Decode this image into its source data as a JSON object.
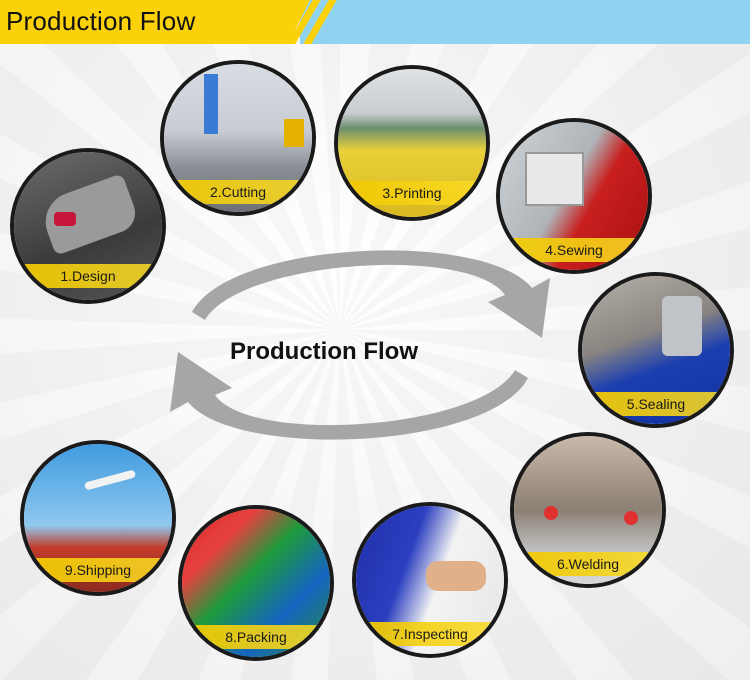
{
  "banner": {
    "title": "Production Flow"
  },
  "center": {
    "title": "Production Flow"
  },
  "steps": [
    {
      "label": "1.Design"
    },
    {
      "label": "2.Cutting"
    },
    {
      "label": "3.Printing"
    },
    {
      "label": "4.Sewing"
    },
    {
      "label": "5.Sealing"
    },
    {
      "label": "6.Welding"
    },
    {
      "label": "7.Inspecting"
    },
    {
      "label": "8.Packing"
    },
    {
      "label": "9.Shipping"
    }
  ],
  "colors": {
    "banner_yellow": "#fbd20a",
    "banner_blue": "#8fd3f0",
    "arrow_gray": "#a6a6a6",
    "label_yellow": "#f0c800"
  }
}
